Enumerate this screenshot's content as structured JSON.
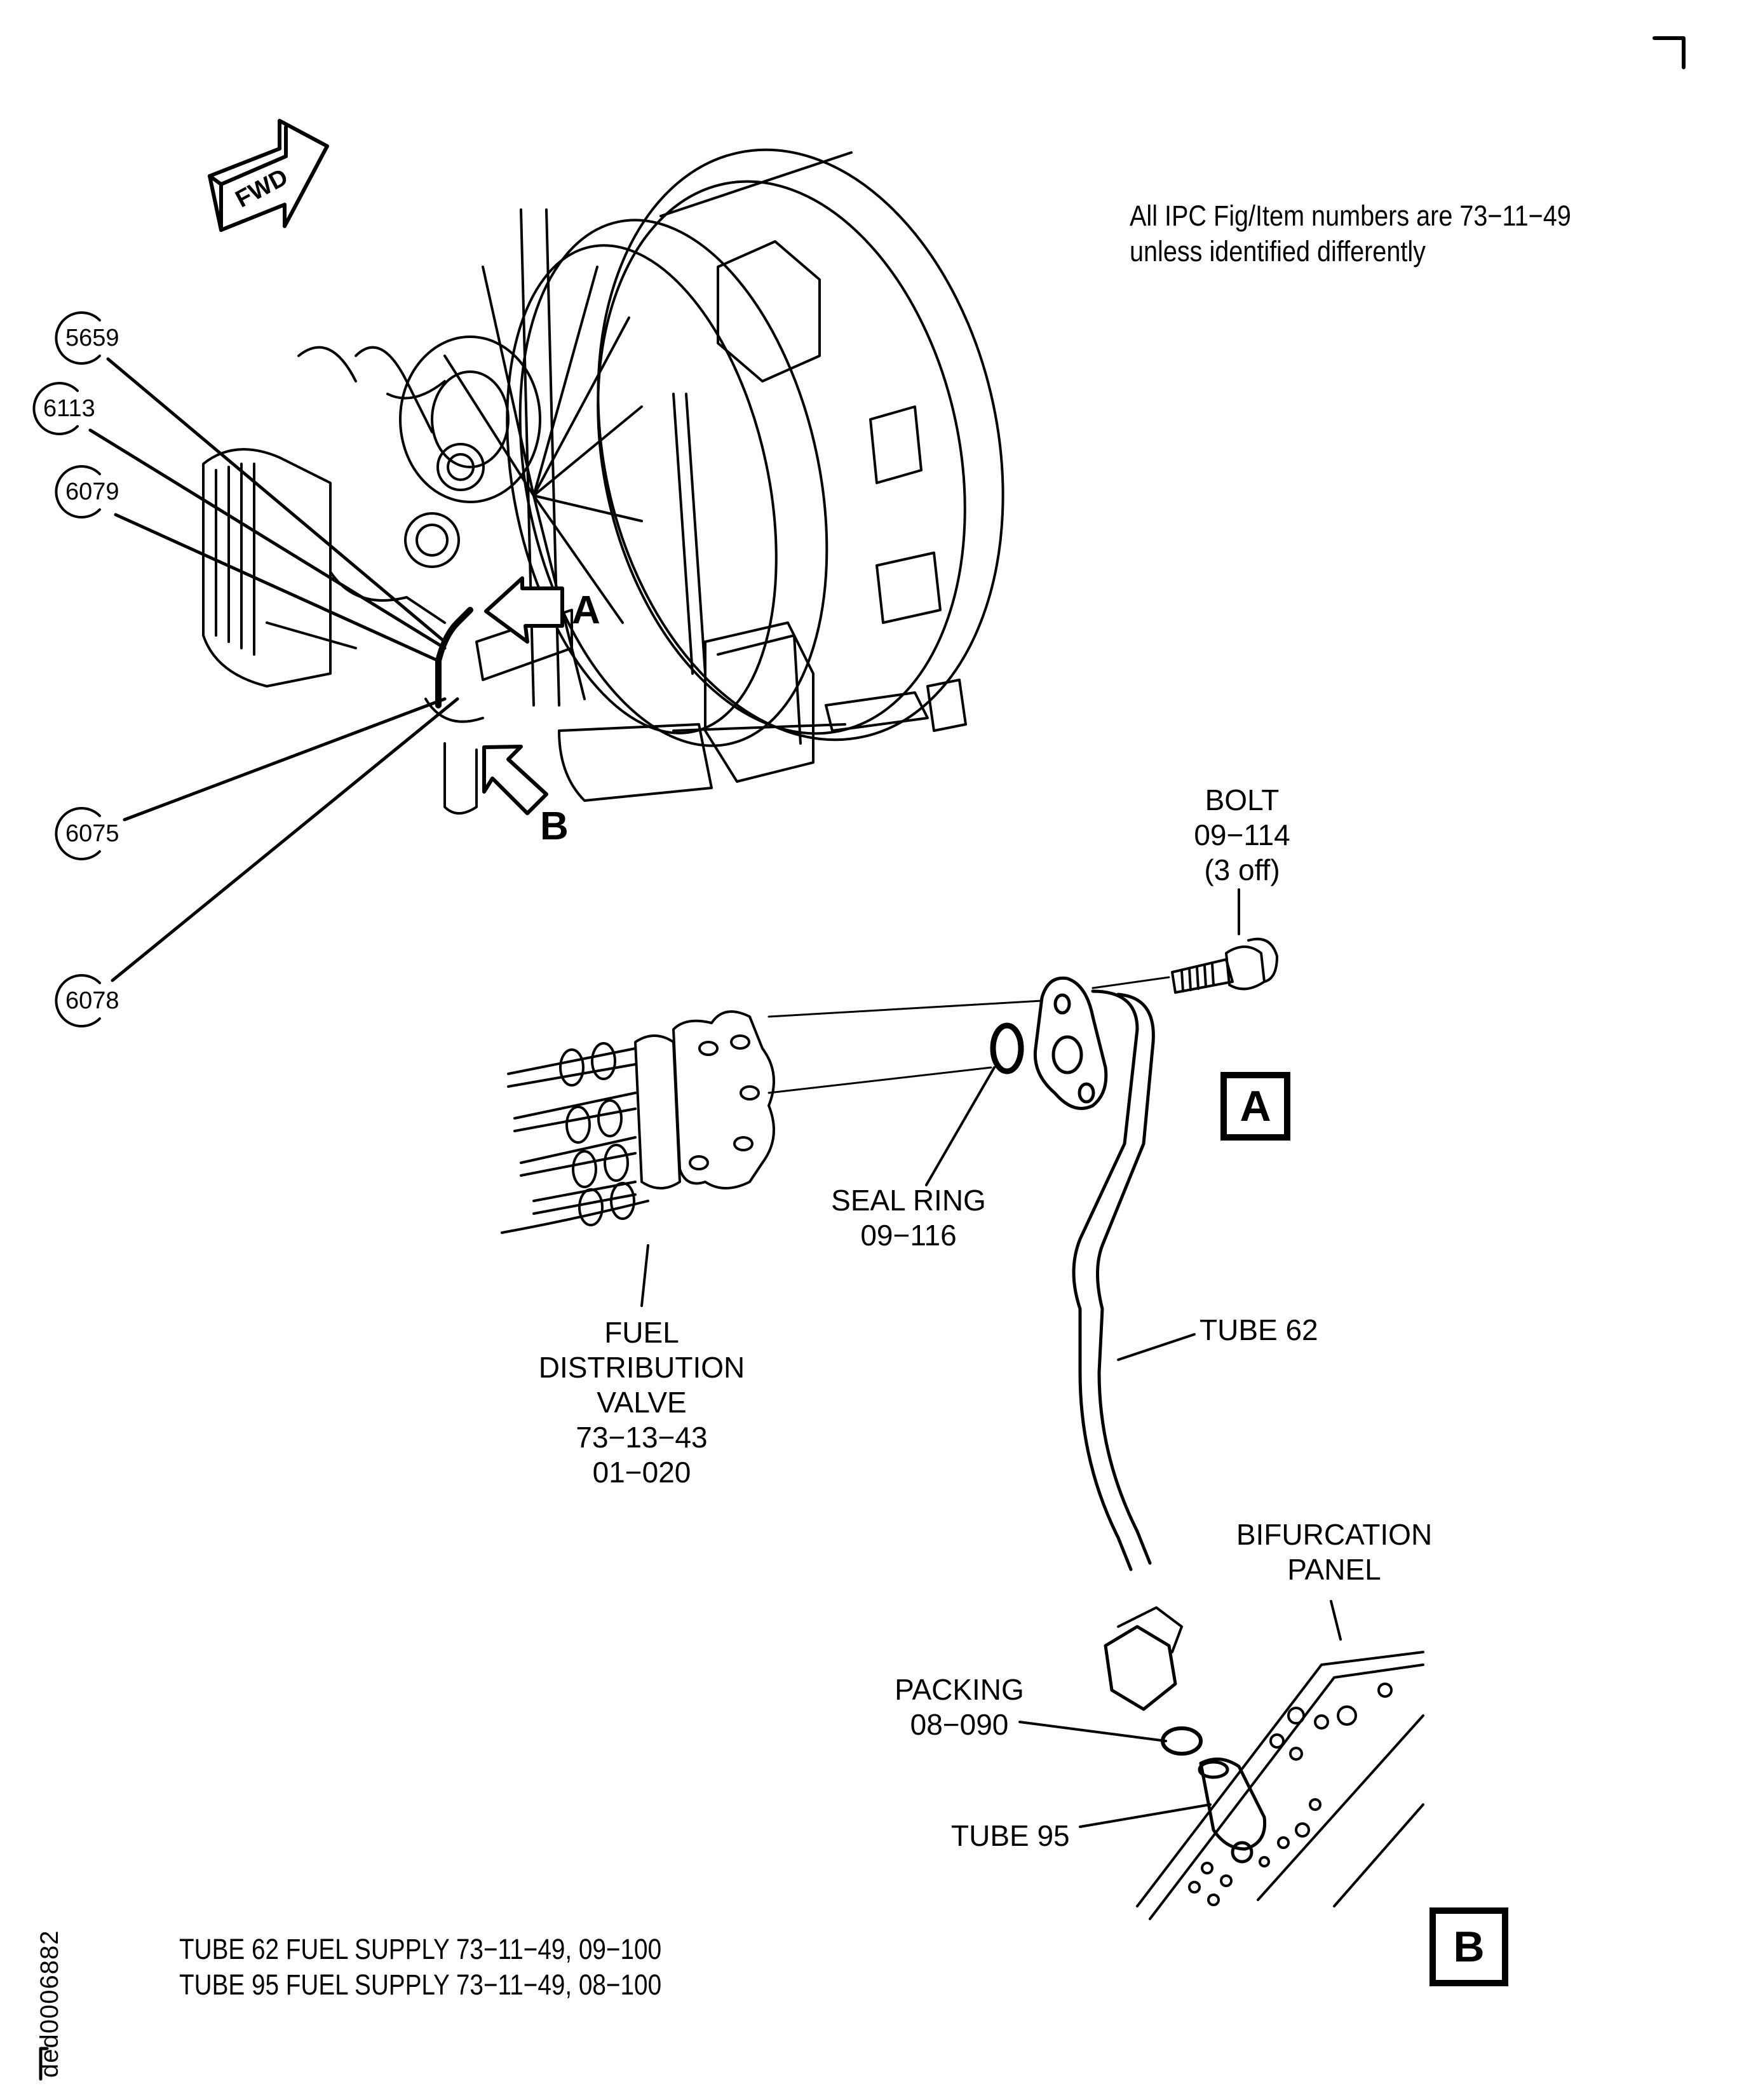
{
  "figure": {
    "note_lines": [
      "All IPC Fig/Item numbers are 73−11−49",
      "unless identified differently"
    ],
    "orientation_marker": {
      "icon": "fwd-arrow-icon",
      "text": "FWD"
    },
    "callouts": [
      {
        "id": "5659"
      },
      {
        "id": "6113"
      },
      {
        "id": "6079"
      },
      {
        "id": "6075"
      },
      {
        "id": "6078"
      }
    ],
    "view_arrows": [
      {
        "letter": "A"
      },
      {
        "letter": "B"
      }
    ],
    "view_boxes": [
      {
        "letter": "A"
      },
      {
        "letter": "B"
      }
    ],
    "parts": {
      "bolt": {
        "lines": [
          "BOLT",
          "09−114",
          "(3 off)"
        ]
      },
      "seal_ring": {
        "lines": [
          "SEAL RING",
          "09−116"
        ]
      },
      "fuel_valve": {
        "lines": [
          "FUEL",
          "DISTRIBUTION",
          "VALVE",
          "73−13−43",
          "01−020"
        ]
      },
      "tube_62": {
        "lines": [
          "TUBE 62"
        ]
      },
      "bifurcation": {
        "lines": [
          "BIFURCATION",
          "PANEL"
        ]
      },
      "packing": {
        "lines": [
          "PACKING",
          "08−090"
        ]
      },
      "tube_95": {
        "lines": [
          "TUBE 95"
        ]
      }
    },
    "footer_lines": [
      "TUBE 62 FUEL SUPPLY 73−11−49, 09−100",
      "TUBE 95 FUEL SUPPLY 73−11−49, 08−100"
    ],
    "document_id": "ded0006882"
  }
}
